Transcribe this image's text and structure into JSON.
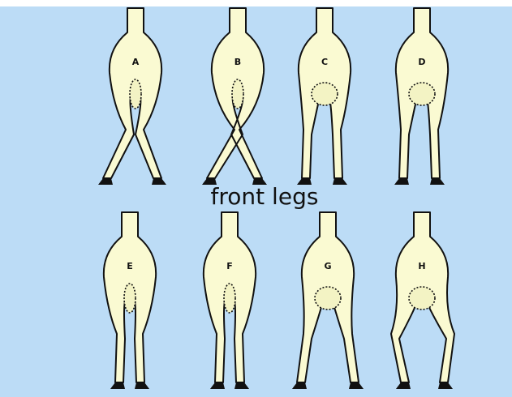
{
  "caption": "front legs",
  "colors": {
    "background": "#bcdcf6",
    "leg_fill": "#fafad2",
    "outline": "#111111"
  },
  "figures": [
    {
      "label": "A",
      "stance": "x-shaped",
      "udder": "narrow"
    },
    {
      "label": "B",
      "stance": "x-shaped-crossing",
      "udder": "narrow"
    },
    {
      "label": "C",
      "stance": "straight",
      "udder": "round"
    },
    {
      "label": "D",
      "stance": "straight",
      "udder": "round"
    },
    {
      "label": "E",
      "stance": "straight-close",
      "udder": "narrow"
    },
    {
      "label": "F",
      "stance": "straight-close",
      "udder": "narrow"
    },
    {
      "label": "G",
      "stance": "splayed",
      "udder": "round"
    },
    {
      "label": "H",
      "stance": "bowed",
      "udder": "round"
    }
  ]
}
